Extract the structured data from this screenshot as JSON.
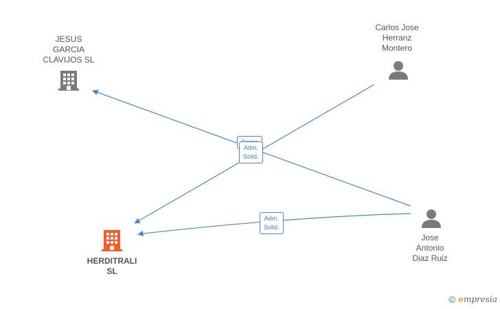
{
  "nodes": {
    "jesus": {
      "label": "JESUS\nGARCIA\nCLAVIJOS SL",
      "kind": "company",
      "color": "#7a7a7a"
    },
    "carlos": {
      "label": "Carlos Jose\nHerranz\nMontero",
      "kind": "person",
      "color": "#7a7a7a"
    },
    "herditrali": {
      "label": "HERDITRALI\nSL",
      "kind": "company-main",
      "color": "#ff5a24"
    },
    "jose": {
      "label": "Jose\nAntonio\nDiaz Ruiz",
      "kind": "person",
      "color": "#7a7a7a"
    }
  },
  "edges": {
    "jose_to_jesus": {
      "from": "jose",
      "to": "jesus",
      "label": "Cargo"
    },
    "carlos_to_herditrali": {
      "from": "carlos",
      "to": "herditrali",
      "label": "Adm.\nSolid."
    },
    "jose_to_herditrali": {
      "from": "jose",
      "to": "herditrali",
      "label": "Adm.\nSolid."
    }
  },
  "colors": {
    "edge": "#4a86c8",
    "edge_text": "#3a7fc4"
  },
  "watermark": {
    "symbol": "©",
    "brand_initial": "e",
    "brand_rest": "mpresia"
  }
}
